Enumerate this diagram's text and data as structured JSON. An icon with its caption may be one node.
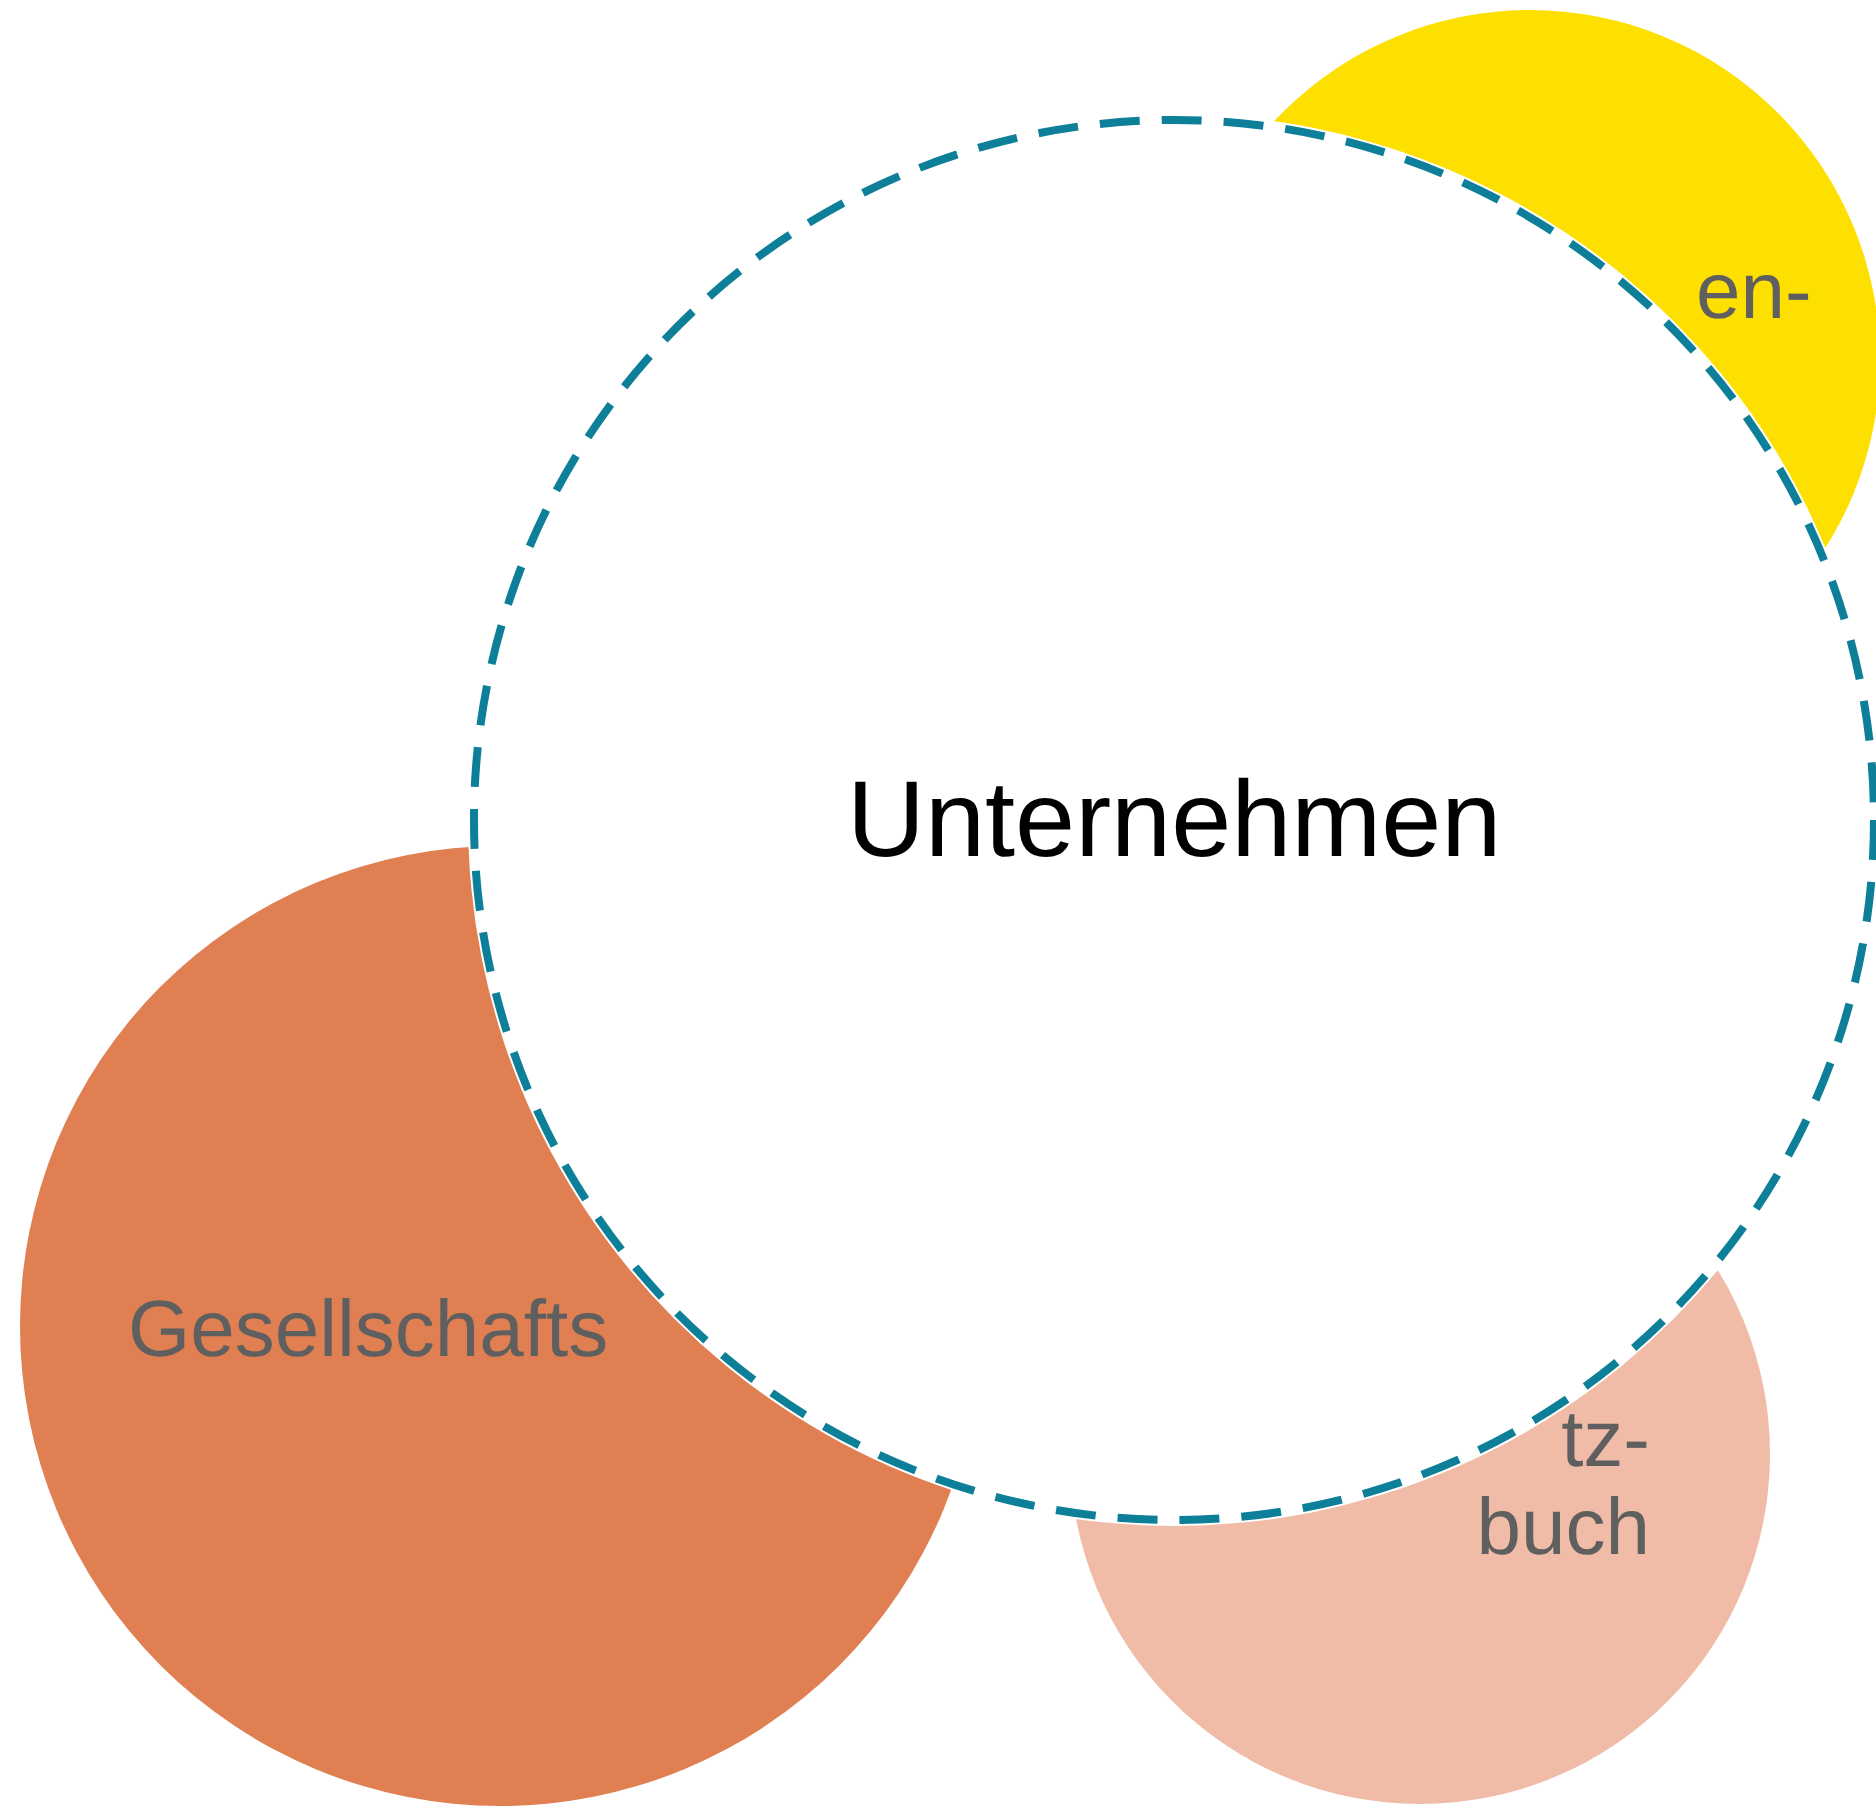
{
  "diagram": {
    "nodes": [
      {
        "text": [
          "en-"
        ]
      },
      {
        "text": [
          "Unternehmen"
        ]
      },
      {
        "text": [
          "Gesellschafts"
        ]
      },
      {
        "text": [
          "tz- buch"
        ]
      }
    ]
  }
}
